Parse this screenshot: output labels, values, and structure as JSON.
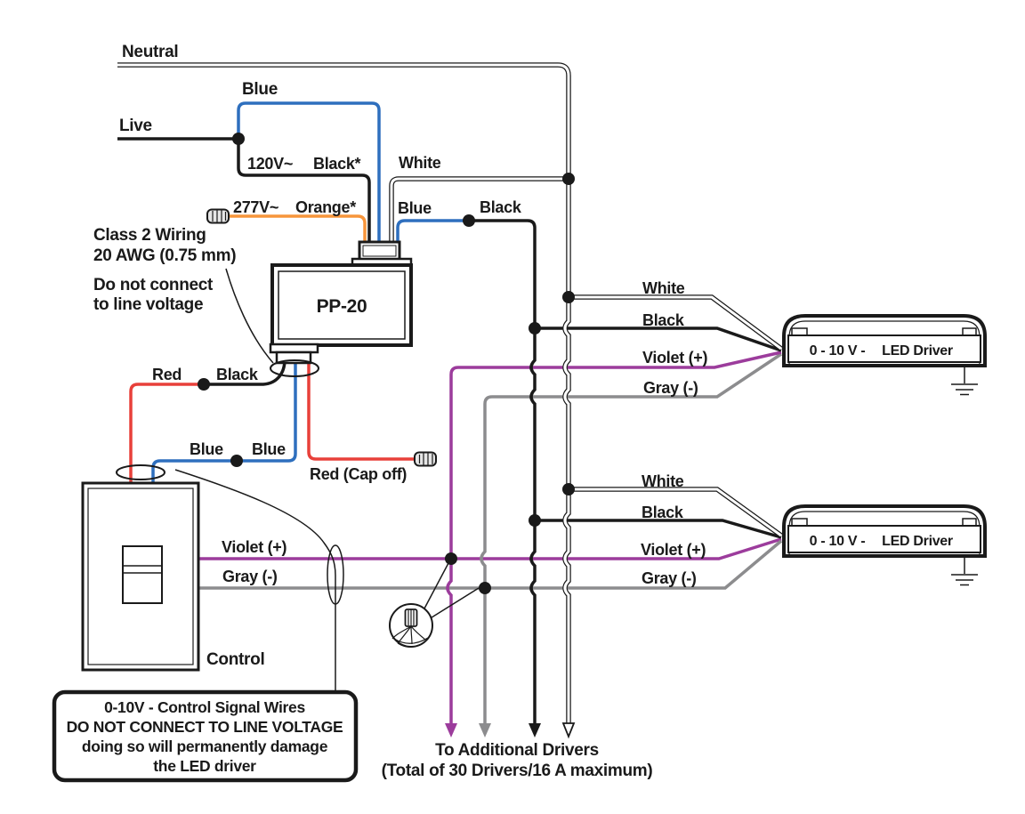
{
  "colors": {
    "black": "#1a1a1a",
    "blue": "#2e6fbe",
    "orange": "#f7953b",
    "red": "#e8403a",
    "violet": "#9c3c9c",
    "gray": "#8c8c8e",
    "white": "#ffffff"
  },
  "mains": {
    "neutral": "Neutral",
    "live": "Live",
    "blue": "Blue",
    "v120": "120V~",
    "v120_wire": "Black*",
    "v277": "277V~",
    "v277_wire": "Orange*"
  },
  "pp20": {
    "name": "PP-20",
    "white": "White",
    "blue": "Blue",
    "black": "Black"
  },
  "class2_note": {
    "l1": "Class 2 Wiring",
    "l2": "20 AWG (0.75 mm)",
    "l3": "Do not connect",
    "l4": "to line voltage"
  },
  "low_voltage": {
    "red": "Red",
    "black": "Black",
    "blue1": "Blue",
    "blue2": "Blue",
    "red_cap": "Red (Cap off)"
  },
  "control": {
    "name": "Control",
    "violet": "Violet (+)",
    "gray": "Gray (-)"
  },
  "drivers": [
    {
      "white": "White",
      "black": "Black",
      "violet": "Violet (+)",
      "gray": "Gray (-)",
      "label1": "0 - 10 V -",
      "label2": "LED Driver"
    },
    {
      "white": "White",
      "black": "Black",
      "violet": "Violet (+)",
      "gray": "Gray (-)",
      "label1": "0 - 10 V -",
      "label2": "LED Driver"
    }
  ],
  "warning": {
    "l1": "0-10V - Control Signal Wires",
    "l2": "DO NOT CONNECT TO LINE VOLTAGE",
    "l3": "doing so will permanently damage",
    "l4": "the LED driver"
  },
  "footer": {
    "l1": "To Additional Drivers",
    "l2": "(Total of 30 Drivers/16 A maximum)"
  }
}
